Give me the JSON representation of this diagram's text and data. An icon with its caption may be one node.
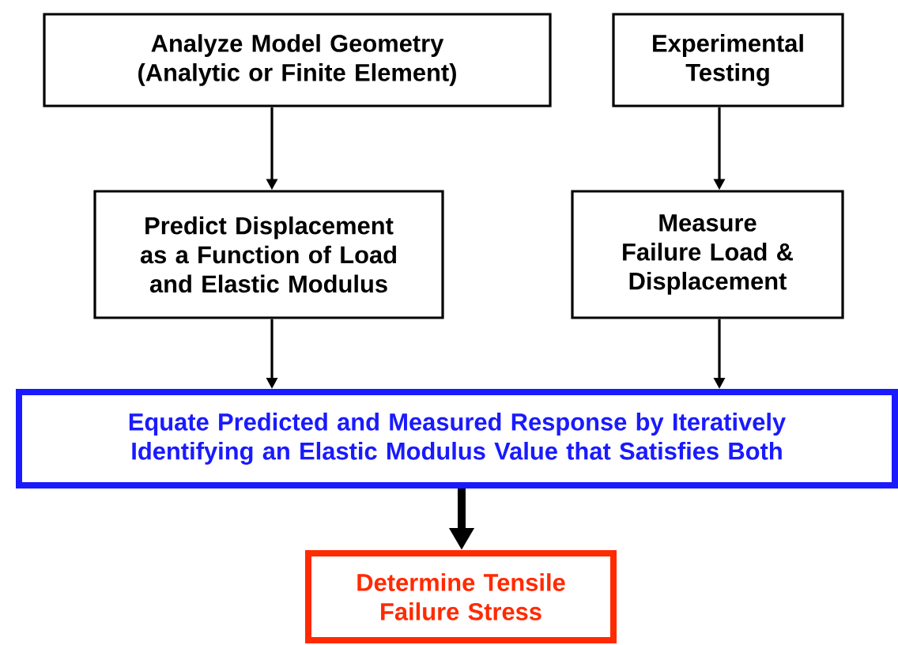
{
  "diagram": {
    "nodes": [
      {
        "text": [
          "Analyze Model Geometry (Analytic or Finite Element)"
        ]
      },
      {
        "text": [
          "Experimental Testing"
        ]
      },
      {
        "text": [
          "Predict Displacement as a Function of Load and Elastic Modulus"
        ]
      },
      {
        "text": [
          "Measure Failure Load & Displacement"
        ]
      },
      {
        "text": [
          "Equate Predicted and Measured Response by Iteratively Identifying an Elastic Modulus Value that Satisfies Both"
        ]
      },
      {
        "text": [
          "Determine Tensile Failure Stress"
        ]
      }
    ],
    "edges": [
      {
        "from": 0,
        "to": 2,
        "arrow": "to"
      },
      {
        "from": 1,
        "to": 3,
        "arrow": "to"
      },
      {
        "from": 2,
        "to": 4,
        "arrow": "to"
      },
      {
        "from": 3,
        "to": 4,
        "arrow": "to"
      },
      {
        "from": 4,
        "to": 5,
        "arrow": "to",
        "style": "thick"
      }
    ]
  }
}
